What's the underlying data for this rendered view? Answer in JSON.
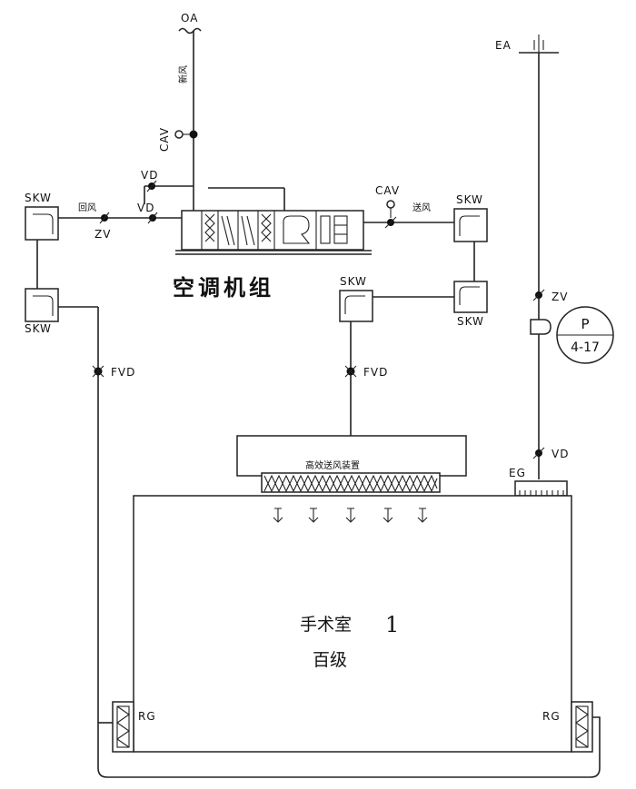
{
  "labels": {
    "oa": "OA",
    "xinfeng": "新风",
    "ea": "EA",
    "cav_left": "CAV",
    "cav_right": "CAV",
    "vd_upper": "VD",
    "vd_lower": "VD",
    "vd_exhaust": "VD",
    "huifeng": "回风",
    "songfeng": "送风",
    "zv_left": "ZV",
    "zv_right": "ZV",
    "skw_tl": "SKW",
    "skw_ml": "SKW",
    "skw_tr": "SKW",
    "skw_mr": "SKW",
    "skw_center": "SKW",
    "fvd_left": "FVD",
    "fvd_center": "FVD",
    "ahu_title": "空调机组",
    "p_top": "P",
    "p_bottom": "4-17",
    "supply_device": "高效送风装置",
    "eg": "EG",
    "room_name": "手术室",
    "room_number": "1",
    "room_grade": "百级",
    "rg_left": "RG",
    "rg_right": "RG"
  }
}
